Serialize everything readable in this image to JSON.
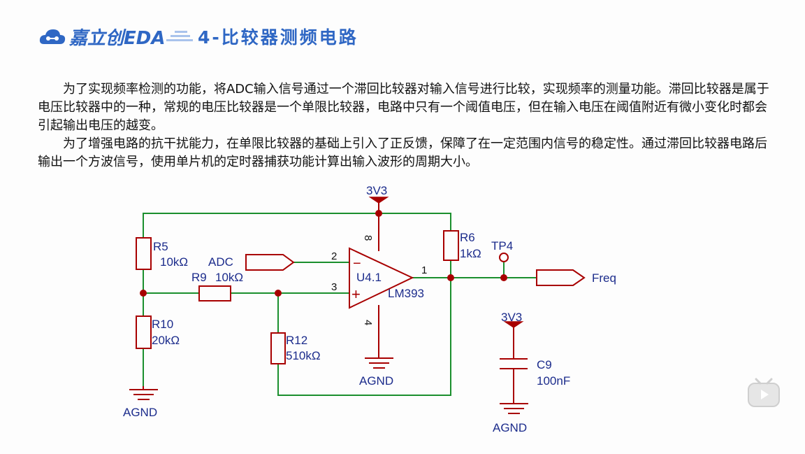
{
  "header": {
    "logo_text": "嘉立创EDA",
    "title": "4-比较器测频电路"
  },
  "paragraphs": [
    "为了实现频率检测的功能，将ADC输入信号通过一个滞回比较器对输入信号进行比较，实现频率的测量功能。滞回比较器是属于电压比较器中的一种，常规的电压比较器是一个单限比较器，电路中只有一个阈值电压，但在输入电压在阈值附近有微小变化时都会引起输出电压的越变。",
    "为了增强电路的抗干扰能力，在单限比较器的基础上引入了正反馈，保障了在一定范围内信号的稳定性。通过滞回比较器电路后输出一个方波信号，使用单片机的定时器捕获功能计算出输入波形的周期大小。"
  ],
  "schematic": {
    "power_top": "3V3",
    "r5_name": "R5",
    "r5_value": "10kΩ",
    "r9_name": "R9",
    "r9_value": "10kΩ",
    "r10_name": "R10",
    "r10_value": "20kΩ",
    "r12_name": "R12",
    "r12_value": "510kΩ",
    "r6_name": "R6",
    "r6_value": "1kΩ",
    "adc_label": "ADC",
    "opamp_name": "U4.1",
    "opamp_part": "LM393",
    "pin_minus": "2",
    "pin_plus": "3",
    "pin_out": "1",
    "pin_vcc": "8",
    "pin_gnd": "4",
    "minus_sign": "−",
    "plus_sign": "+",
    "tp_label": "TP4",
    "freq_label": "Freq",
    "gnd_label": "AGND",
    "c9_power": "3V3",
    "c9_name": "C9",
    "c9_value": "100nF"
  },
  "colors": {
    "accent": "#2f67c4",
    "wire": "#1b8f2e",
    "component": "#a80000",
    "label": "#1c2c8c"
  }
}
